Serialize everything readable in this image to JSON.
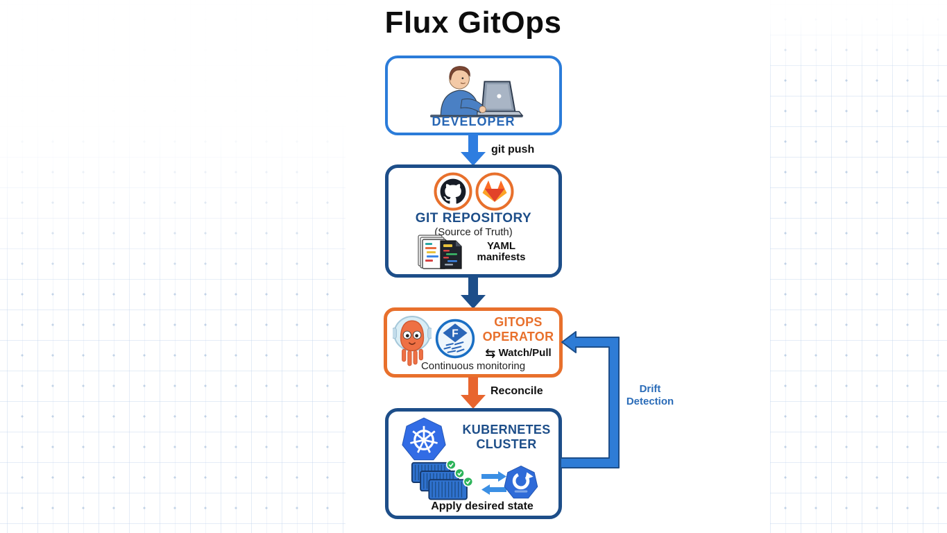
{
  "title": "Flux GitOps",
  "developer": {
    "label": "DEVELOPER"
  },
  "git_repository": {
    "title": "GIT REPOSITORY",
    "subtitle": "(Source of Truth)",
    "artifact": "YAML manifests"
  },
  "gitops_operator": {
    "title": "GITOPS OPERATOR",
    "watch_pull_glyph": "⇆",
    "watch_pull": "Watch/Pull",
    "note": "Continuous monitoring"
  },
  "kubernetes": {
    "title": "KUBERNETES CLUSTER",
    "action": "Apply desired state"
  },
  "edges": {
    "git_push": "git push",
    "reconcile": "Reconcile",
    "drift": "Drift Detection"
  },
  "icons": [
    "developer-at-laptop-icon",
    "github-icon",
    "gitlab-icon",
    "yaml-manifests-icon",
    "argocd-octopus-icon",
    "flux-icon",
    "watch-pull-arrows-icon",
    "kubernetes-wheel-icon",
    "containers-icon",
    "sync-arrows-icon",
    "registry-icon"
  ],
  "colors": {
    "developer_border": "#2b7cd9",
    "repo_border": "#1d4e89",
    "operator_border": "#e8702c",
    "k8s_border": "#1d4e89",
    "git_push_arrow": "#2e7de0",
    "sync_arrow": "#1d4e89",
    "reconcile_arrow": "#e8652e",
    "drift_loop": "#2e7cd6",
    "title_text": "#0d0d0d",
    "blue_label": "#2b6cb8",
    "kubernetes_blue": "#326ce5",
    "grid_line": "#dce6f3"
  }
}
